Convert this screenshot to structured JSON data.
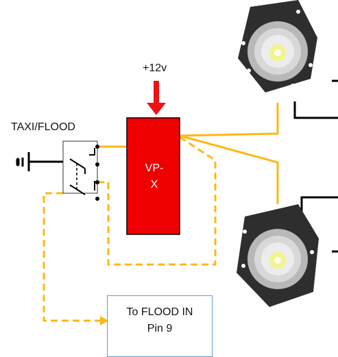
{
  "supply": {
    "label": "+12v"
  },
  "switch": {
    "title": "TAXI/FLOOD"
  },
  "module": {
    "line1": "VP-",
    "line2": "X"
  },
  "output": {
    "line1": "To FLOOD IN",
    "line2": "Pin 9"
  },
  "colors": {
    "module_fill": "#ee0000",
    "supply_arrow": "#ee1111",
    "wire_orange": "#fdb813",
    "wire_black": "#000000",
    "box_border": "#5b9bd5",
    "lamp_body": "#2e2e2e",
    "led": "#f4f48a"
  },
  "icons": [
    "ground-icon",
    "switch-icon",
    "arrow-down-icon",
    "led-lamp-icon"
  ]
}
